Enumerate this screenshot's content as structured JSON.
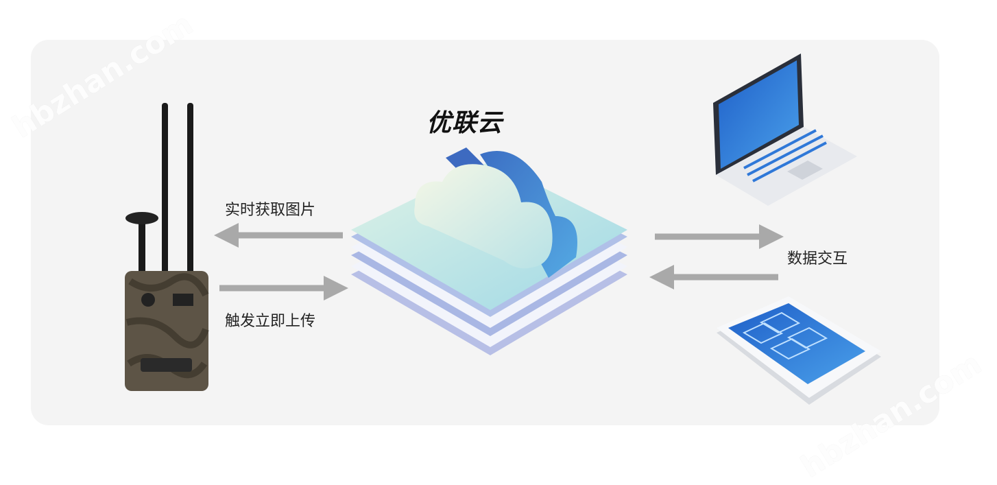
{
  "cloud": {
    "title": "优联云"
  },
  "arrows": {
    "fetch_label": "实时获取图片",
    "upload_label": "触发立即上传",
    "exchange_label": "数据交互"
  },
  "watermark": {
    "text": "hbzhan.com"
  },
  "colors": {
    "panel": "#f4f4f4",
    "arrow": "#a9a9a9",
    "cloud_blue": "#3f7fcf",
    "screen_blue": "#2f78d8"
  }
}
